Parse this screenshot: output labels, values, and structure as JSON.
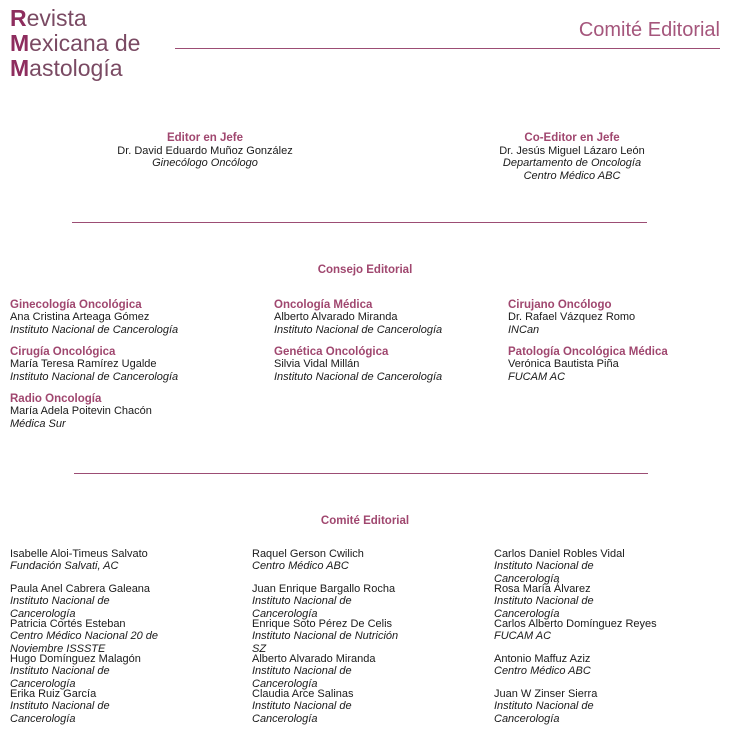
{
  "logo": {
    "line1": "Revista",
    "line2": "Mexicana de",
    "line3": "Mastología"
  },
  "header": {
    "title": "Comité Editorial"
  },
  "editor": {
    "title": "Editor en Jefe",
    "name": "Dr. David Eduardo Muñoz González",
    "lines": [
      "Ginecólogo Oncólogo"
    ]
  },
  "coeditor": {
    "title": "Co-Editor en Jefe",
    "name": "Dr. Jesús Miguel Lázaro León",
    "lines": [
      "Departamento de Oncología",
      "Centro Médico ABC"
    ]
  },
  "consejo": {
    "title": "Consejo Editorial",
    "items": [
      {
        "specialty": "Ginecología Oncológica",
        "name": "Ana Cristina Arteaga Gómez",
        "institution": "Instituto Nacional de Cancerología"
      },
      {
        "specialty": "Oncología Médica",
        "name": "Alberto Alvarado Miranda",
        "institution": "Instituto Nacional de Cancerología"
      },
      {
        "specialty": "Cirujano Oncólogo",
        "name": "Dr. Rafael Vázquez Romo",
        "institution": "INCan"
      },
      {
        "specialty": "Cirugía Oncológica",
        "name": "María Teresa Ramírez Ugalde",
        "institution": "Instituto Nacional de Cancerología"
      },
      {
        "specialty": "Genética Oncológica",
        "name": "Silvia Vidal Millán",
        "institution": "Instituto Nacional de Cancerología"
      },
      {
        "specialty": "Patología Oncológica Médica",
        "name": "Verónica Bautista Piña",
        "institution": "FUCAM AC"
      },
      {
        "specialty": "Radio Oncología",
        "name": "María Adela Poitevin Chacón",
        "institution": "Médica Sur"
      }
    ]
  },
  "comite": {
    "title": "Comité Editorial",
    "columns": [
      [
        {
          "name": "Isabelle Aloi-Timeus Salvato",
          "institution": "Fundación Salvati, AC"
        },
        {
          "name": "Paula Anel Cabrera Galeana",
          "institution": "Instituto Nacional de Cancerología"
        },
        {
          "name": "Patricia Cortés Esteban",
          "institution": "Centro Médico Nacional 20 de Noviembre ISSSTE"
        },
        {
          "name": "Hugo Domínguez Malagón",
          "institution": "Instituto Nacional de Cancerología"
        },
        {
          "name": "Erika Ruiz García",
          "institution": "Instituto Nacional de Cancerología"
        }
      ],
      [
        {
          "name": "Raquel Gerson Cwilich",
          "institution": "Centro Médico ABC"
        },
        {
          "name": "Juan Enrique Bargallo Rocha",
          "institution": "Instituto Nacional de Cancerología"
        },
        {
          "name": "Enrique Soto Pérez De Celis",
          "institution": "Instituto Nacional de Nutrición SZ"
        },
        {
          "name": "Alberto Alvarado Miranda",
          "institution": "Instituto Nacional de Cancerología"
        },
        {
          "name": "Claudia Arce Salinas",
          "institution": "Instituto Nacional de Cancerología"
        }
      ],
      [
        {
          "name": "Carlos Daniel Robles Vidal",
          "institution": "Instituto Nacional de Cancerología"
        },
        {
          "name": "Rosa María Álvarez",
          "institution": "Instituto Nacional de Cancerología"
        },
        {
          "name": "Carlos Alberto Domínguez Reyes",
          "institution": "FUCAM AC"
        },
        {
          "name": "Antonio Maffuz Aziz",
          "institution": "Centro Médico ABC"
        },
        {
          "name": "Juan W Zinser Sierra",
          "institution": "Instituto Nacional de Cancerología"
        }
      ]
    ]
  }
}
